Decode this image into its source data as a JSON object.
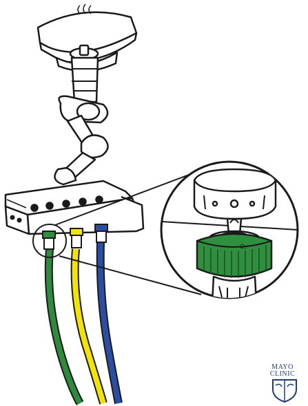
{
  "colors": {
    "outline": "#1a1a1a",
    "green_hose": "#2e8b3d",
    "green_fitting": "#2f8f3f",
    "yellow_hose": "#f2e300",
    "blue_hose": "#2b4ea3",
    "logo_blue": "#1f3a73"
  },
  "callout": {
    "gas_symbol": "O₂"
  },
  "logo": {
    "line1": "MAYO",
    "line2": "CLINIC",
    "emblem": "mayo-shield-icon"
  }
}
